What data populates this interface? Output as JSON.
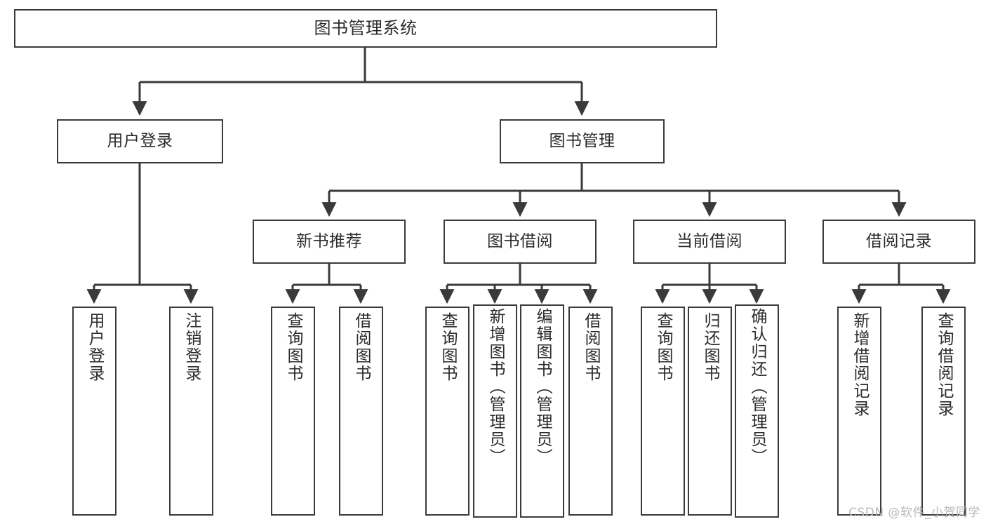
{
  "diagram": {
    "kind": "functional-structure-tree",
    "title": "图书管理系统",
    "watermark": "CSDN @软件_小贺同学",
    "colors": {
      "background": "#ffffff",
      "box_border": "#3a3a3a",
      "box_fill": "#ffffff",
      "edge": "#3a3a3a",
      "text": "#2b2b2b",
      "watermark": "#b9b9b9"
    },
    "nodes": {
      "root": {
        "label": "图书管理系统"
      },
      "level1": [
        {
          "id": "user-login",
          "label": "用户登录"
        },
        {
          "id": "book-manage",
          "label": "图书管理"
        }
      ],
      "level2": [
        {
          "id": "new-book-rec",
          "label": "新书推荐"
        },
        {
          "id": "book-borrow",
          "label": "图书借阅"
        },
        {
          "id": "current-borrow",
          "label": "当前借阅"
        },
        {
          "id": "borrow-record",
          "label": "借阅记录"
        }
      ],
      "leaves": {
        "user-login": [
          {
            "id": "leaf-user-login",
            "label": "用户登录"
          },
          {
            "id": "leaf-logout-login",
            "label": "注销登录"
          }
        ],
        "new-book-rec": [
          {
            "id": "leaf-query-book-1",
            "label": "查询图书"
          },
          {
            "id": "leaf-borrow-book-1",
            "label": "借阅图书"
          }
        ],
        "book-borrow": [
          {
            "id": "leaf-query-book-2",
            "label": "查询图书"
          },
          {
            "id": "leaf-add-book",
            "label": "新增图书（管理员）"
          },
          {
            "id": "leaf-edit-book",
            "label": "编辑图书（管理员）"
          },
          {
            "id": "leaf-borrow-book-2",
            "label": "借阅图书"
          }
        ],
        "current-borrow": [
          {
            "id": "leaf-query-book-3",
            "label": "查询图书"
          },
          {
            "id": "leaf-return-book",
            "label": "归还图书"
          },
          {
            "id": "leaf-confirm-return",
            "label": "确认归还（管理员）"
          }
        ],
        "borrow-record": [
          {
            "id": "leaf-add-record",
            "label": "新增借阅记录"
          },
          {
            "id": "leaf-query-record",
            "label": "查询借阅记录"
          }
        ]
      }
    }
  }
}
